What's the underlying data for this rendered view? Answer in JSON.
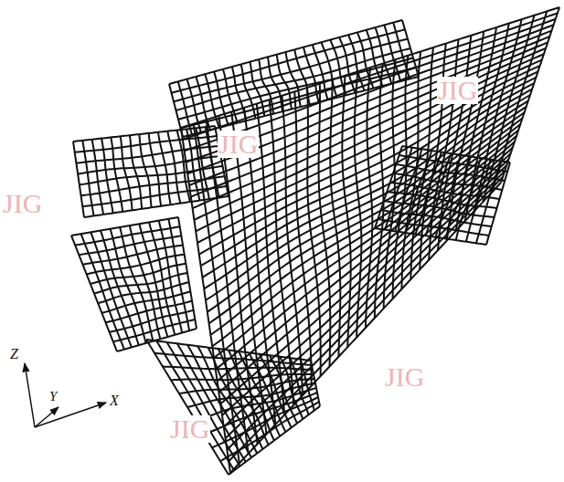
{
  "diagram": {
    "labels": [
      "Z",
      "Y",
      "X",
      "JIG",
      "JIG",
      "JIG",
      "JIG",
      "JIG"
    ]
  }
}
